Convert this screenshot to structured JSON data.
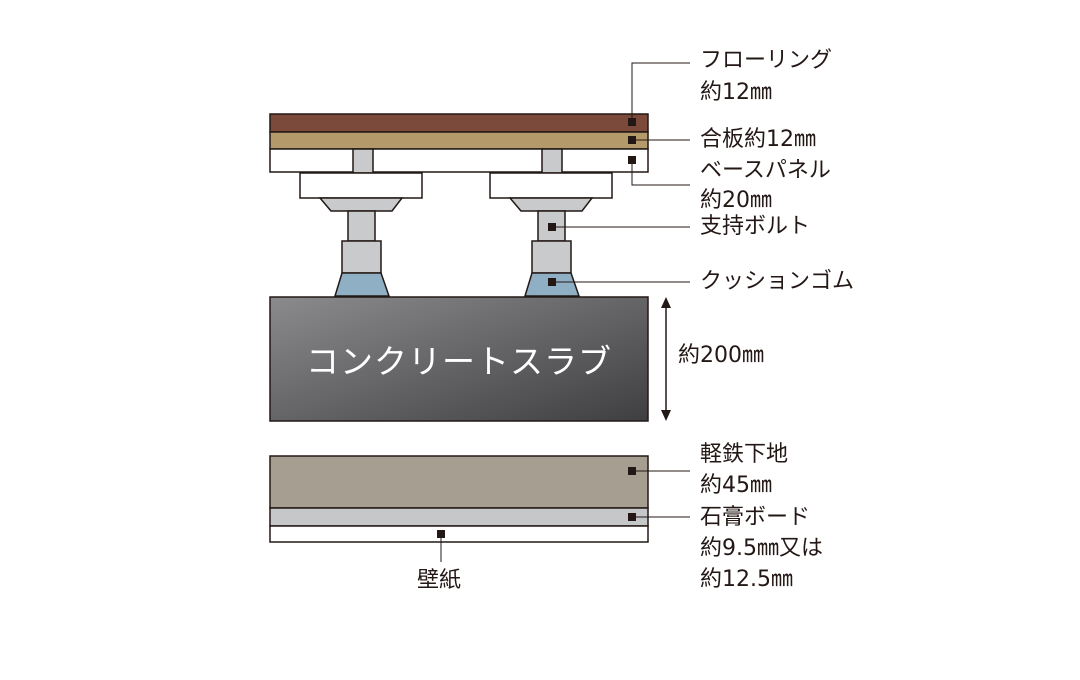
{
  "labels": {
    "flooring_name": "フローリング",
    "flooring_thickness": "約12㎜",
    "plywood": "合板約12㎜",
    "base_panel_name": "ベースパネル",
    "base_panel_thickness": "約20㎜",
    "support_bolt": "支持ボルト",
    "cushion_rubber": "クッションゴム",
    "slab": "コンクリートスラブ",
    "slab_thickness": "約200㎜",
    "steel_frame_name": "軽鉄下地",
    "steel_frame_thickness": "約45㎜",
    "gypsum_name": "石膏ボード",
    "gypsum_thickness_1": "約9.5㎜又は",
    "gypsum_thickness_2": "約12.5㎜",
    "wallpaper": "壁紙"
  },
  "colors": {
    "flooring": "#7b4a3a",
    "plywood": "#b49a6a",
    "cushion": "#8fb0c4",
    "slab_light": "#8b8b8d",
    "slab_dark": "#3f3f41",
    "steel_frame": "#a69e90",
    "gypsum": "#c6c7c9",
    "support_gray": "#c9cacc"
  }
}
